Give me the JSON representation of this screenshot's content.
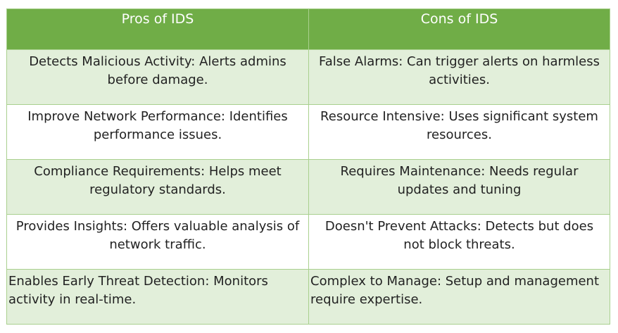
{
  "headers": [
    "Pros of IDS",
    "Cons of IDS"
  ],
  "rows": [
    {
      "pro": "Detects Malicious Activity: Alerts admins before damage.",
      "con": "False Alarms: Can trigger alerts on harmless activities."
    },
    {
      "pro": "Improve Network Performance: Identifies performance issues.",
      "con": "Resource Intensive: Uses significant system resources."
    },
    {
      "pro": "Compliance Requirements: Helps meet regulatory standards.",
      "con": "Requires Maintenance: Needs regular updates and tuning"
    },
    {
      "pro": "Provides Insights: Offers valuable analysis of network traffic.",
      "con": "Doesn't Prevent Attacks: Detects but does not block threats."
    },
    {
      "pro": "Enables Early Threat Detection: Monitors activity in real-time.",
      "con": "Complex to Manage: Setup and management require expertise."
    }
  ],
  "colors": {
    "header": "#70ad47",
    "alt_row": "#e2efda",
    "border": "#a9d08e"
  }
}
